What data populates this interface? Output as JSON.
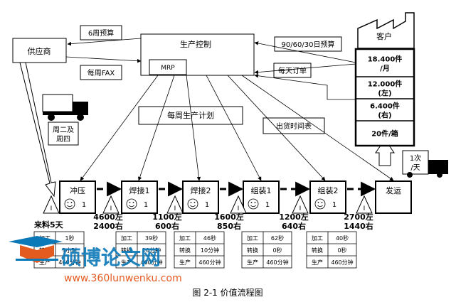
{
  "diagram": {
    "customer": "客户",
    "supplier": "供应商",
    "control": "生产控制",
    "mrp": "MRP",
    "forecast_6wk": "6周预算",
    "weekly_fax": "每周FAX",
    "forecast_90": "90/60/30日预算",
    "daily_order": "每天订单",
    "weekly_plan": "每周生产计划",
    "ship_schedule": "出货时间表",
    "truck_in": "周二及\n周四",
    "truck_out": "1次\n/天",
    "raw_material": "来料5天",
    "demand": [
      "18.400件\n/月",
      "12.000件\n(左)",
      "6.400件\n(右)",
      "20件/箱"
    ],
    "processes": [
      {
        "name": "冲压",
        "ops": "1"
      },
      {
        "name": "焊接1",
        "ops": "1"
      },
      {
        "name": "焊接2",
        "ops": "1"
      },
      {
        "name": "组装1",
        "ops": "1"
      },
      {
        "name": "组装2",
        "ops": "1"
      },
      {
        "name": "发运",
        "ops": ""
      }
    ],
    "inventory_mark": "I",
    "inventories": [
      "4600左\n2400右",
      "1100左\n600右",
      "1600左\n850右",
      "1200左\n640右",
      "2700左\n1440右"
    ],
    "data_boxes": [
      [
        [
          "加工",
          "1秒"
        ],
        [
          "转换",
          "1小时"
        ],
        [
          "生产",
          "460分钟"
        ]
      ],
      [
        [
          "加工",
          "39秒"
        ],
        [
          "转换",
          "10分钟"
        ],
        [
          "生产",
          "460分钟"
        ]
      ],
      [
        [
          "加工",
          "46秒"
        ],
        [
          "转换",
          "10分钟"
        ],
        [
          "生产",
          "460分钟"
        ]
      ],
      [
        [
          "加工",
          "62秒"
        ],
        [
          "转换",
          "0秒"
        ],
        [
          "生产",
          "460分钟"
        ]
      ],
      [
        [
          "加工",
          "40秒"
        ],
        [
          "转换",
          "0秒"
        ],
        [
          "生产",
          "460分钟"
        ]
      ]
    ],
    "caption": "图 2-1 价值流程图"
  },
  "watermark": {
    "brand": "硕博论文网",
    "url": "www.360lunwenku.com"
  }
}
